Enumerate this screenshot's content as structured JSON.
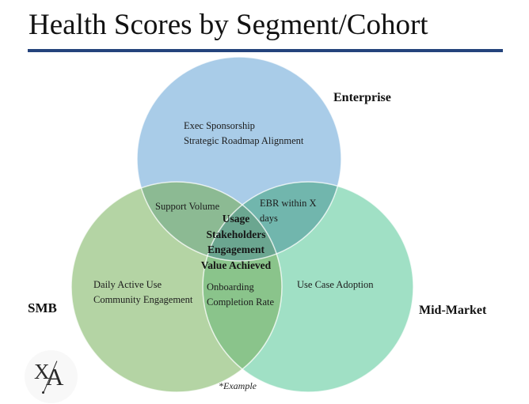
{
  "title": "Health Scores by Segment/Cohort",
  "footnote": "*Example",
  "colors": {
    "divider": "#24437C",
    "enterprise": "#A9CCE8",
    "smb": "#B4D4A4",
    "mid_market": "#A0E0C5",
    "overlap_enterprise_smb": "#8CBA93",
    "overlap_enterprise_mid_market": "#71B6AD",
    "overlap_smb_mid_market": "#8AC48B",
    "overlap_center": "#6BA690",
    "circle_outline": "#FFFFFF"
  },
  "venn": {
    "enterprise": {
      "label": "Enterprise",
      "items": [
        "Exec Sponsorship",
        "Strategic Roadmap Alignment"
      ]
    },
    "smb": {
      "label": "SMB",
      "items": [
        "Daily Active Use",
        "Community Engagement"
      ]
    },
    "mid_market": {
      "label": "Mid-Market",
      "items": [
        "Use Case Adoption"
      ]
    },
    "overlaps": {
      "enterprise_smb": {
        "items": [
          "Support Volume"
        ]
      },
      "enterprise_mid_market": {
        "items": [
          "EBR within X",
          "days"
        ]
      },
      "smb_mid_market": {
        "items": [
          "Onboarding",
          "Completion Rate"
        ]
      },
      "center": {
        "items": [
          "Usage",
          "Stakeholders",
          "Engagement",
          "Value Achieved"
        ]
      }
    }
  },
  "logo": {
    "letter_x": "X",
    "letter_a": "A"
  }
}
